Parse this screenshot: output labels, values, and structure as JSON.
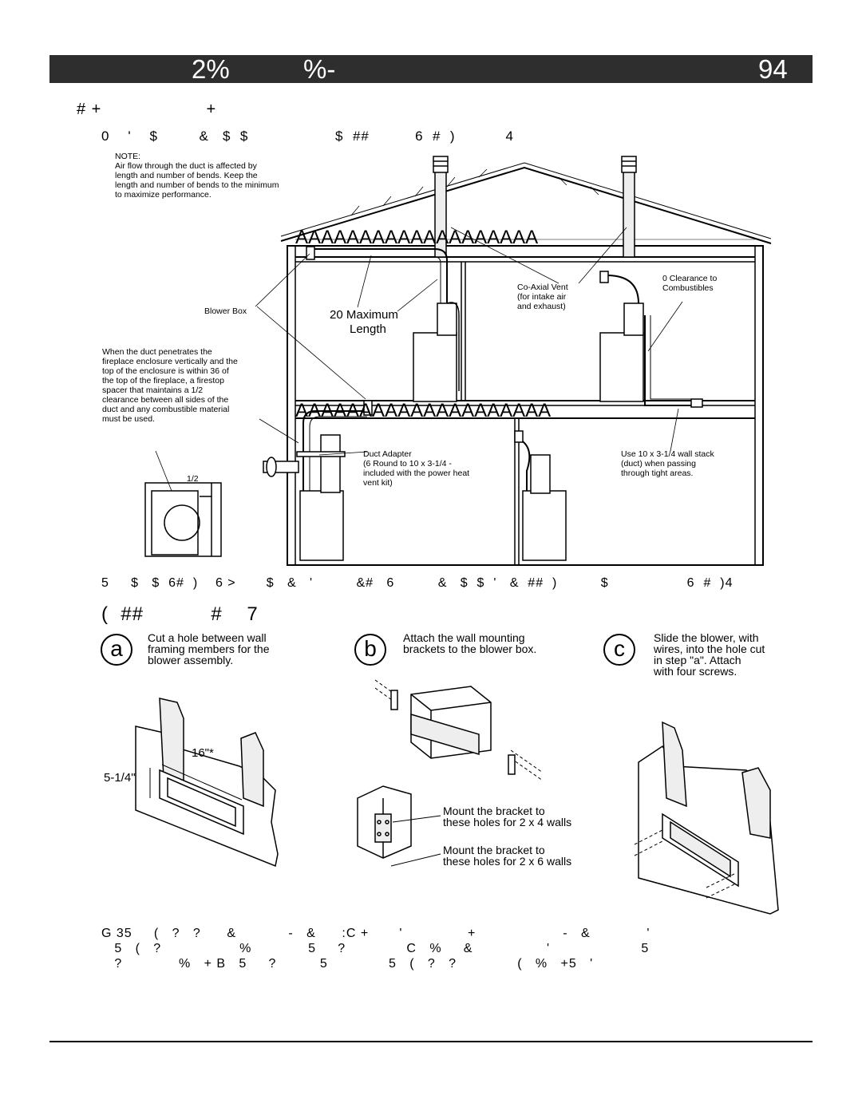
{
  "header": {
    "left_text": "2%",
    "mid_text": "%-",
    "page_number": "94"
  },
  "section_title": "# +                    +",
  "figure_caption_top": "0    '    $         &   $  $                   $  ##          6  #  )           4",
  "diagram": {
    "note": "NOTE:",
    "note_text_1": "Air flow through the duct is affected by",
    "note_text_2": "length and number of bends.  Keep the",
    "note_text_3": "length and number of bends to the minimum",
    "note_text_4": "to maximize performance.",
    "blower_box": "Blower Box",
    "max_length_1": "20  Maximum",
    "max_length_2": "Length",
    "co_axial_1": "Co-Axial Vent",
    "co_axial_2": "(for intake air",
    "co_axial_3": "and exhaust)",
    "clearance_1": "0  Clearance to",
    "clearance_2": "Combustibles",
    "penetration_1": "When the duct penetrates the",
    "penetration_2": "fireplace enclosure vertically and the",
    "penetration_3": "top of the enclosure is within 36  of",
    "penetration_4": "the top of the fireplace, a firestop",
    "penetration_5": "spacer that maintains a 1/2",
    "penetration_6": "clearance between all sides of the",
    "penetration_7": "duct and any combustible material",
    "penetration_8": "must be used.",
    "half_inch": "1/2",
    "duct_adapter_1": "Duct Adapter",
    "duct_adapter_2": "(6  Round to 10  x 3-1/4  -",
    "duct_adapter_3": "included with the power heat",
    "duct_adapter_4": "vent kit)",
    "wall_stack_1": "Use 10  x 3-1/4  wall stack",
    "wall_stack_2": "(duct) when passing",
    "wall_stack_3": "through tight areas.",
    "roof_hatch_upper": "AAAAAAAAAAAAAAAAAAA",
    "roof_hatch_mid": "AAAAAAAAAAAAAAAAAAA",
    "floor_hatch": "AAAAAAAAAAAAAAAAAAAA"
  },
  "figure_caption_bottom": "5     $   $  6#  )    6 >       $   &   '          &#   6          &   $  $  '   &  ##  )          $                  6  #  )4",
  "install_title": "(  ##           #    7",
  "steps": [
    {
      "letter": "a",
      "text_1": "Cut a hole between wall",
      "text_2": "framing members for the",
      "text_3": "blower assembly."
    },
    {
      "letter": "b",
      "text_1": "Attach the wall mounting",
      "text_2": "brackets to the blower box.",
      "text_3": ""
    },
    {
      "letter": "c",
      "text_1": "Slide the blower, with",
      "text_2": "wires, into the hole cut",
      "text_3": "in step \"a\".  Attach",
      "text_4": "with four screws."
    }
  ],
  "dimensions": {
    "height": "5-1/4\"",
    "width": "16\"*"
  },
  "bracket_notes": {
    "mount_2x4_1": "Mount the bracket to",
    "mount_2x4_2": "these holes for 2 x 4 walls",
    "mount_2x6_1": "Mount the bracket to",
    "mount_2x6_2": "these holes for 2 x 6 walls"
  },
  "footnote_lines": [
    "G 35     (   ?   ?      &            -   &      :C +       '               +                    -   &             '",
    "   5   (   ?                  %             5     ?              C   %     &                 '                     5",
    "   ?             %   + B   5     ?          5              5   (   ?   ?              (   %   +5   '"
  ]
}
